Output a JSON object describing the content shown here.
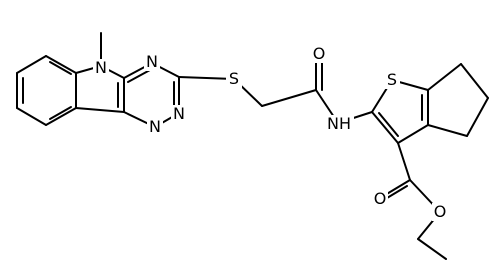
{
  "labels": {
    "methyl_n": "N",
    "triazine_n4": "N",
    "triazine_n2": "N",
    "triazine_n1": "N",
    "thioether_s": "S",
    "amide_o": "O",
    "amide_nh": "NH",
    "thiophene_s": "S",
    "ester_o_carbonyl": "O",
    "ester_o_ether": "O"
  },
  "colors": {
    "bond": "#000000",
    "background": "#ffffff"
  }
}
